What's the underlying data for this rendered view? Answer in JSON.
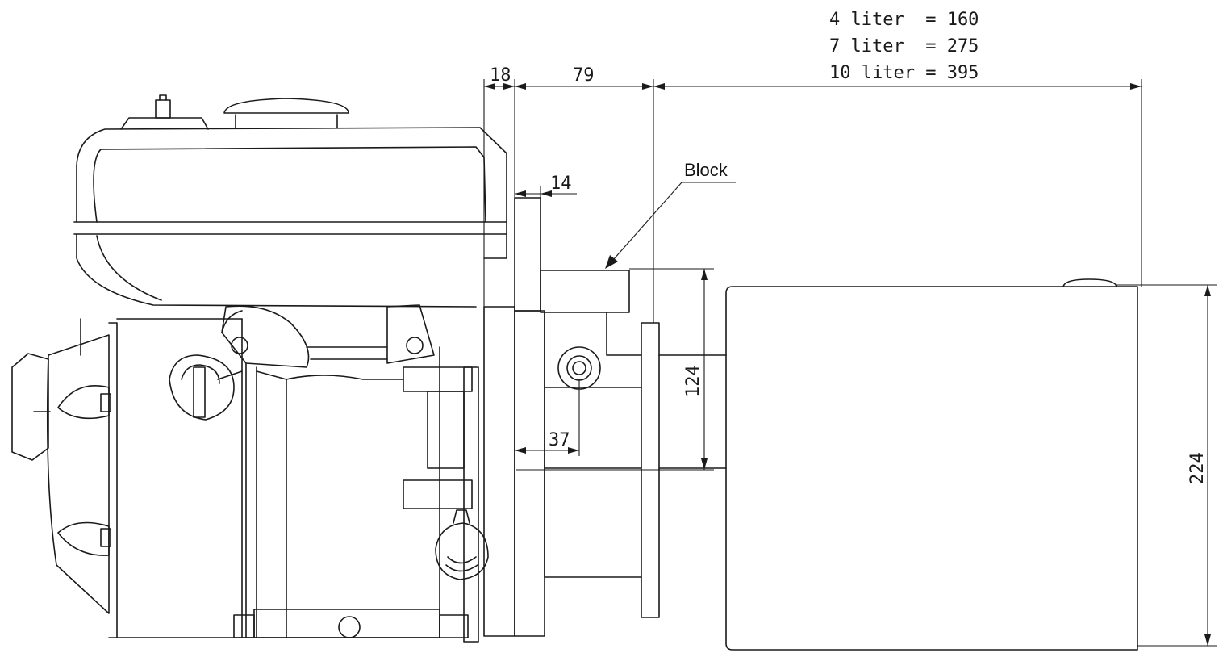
{
  "capacity_table": [
    {
      "text": "4 liter  = 160"
    },
    {
      "text": "7 liter  = 275"
    },
    {
      "text": "10 liter = 395"
    }
  ],
  "dimensions": {
    "d18": "18",
    "d79": "79",
    "d14": "14",
    "d37": "37",
    "d124": "124",
    "d224": "224"
  },
  "callout": {
    "label": "Block"
  }
}
